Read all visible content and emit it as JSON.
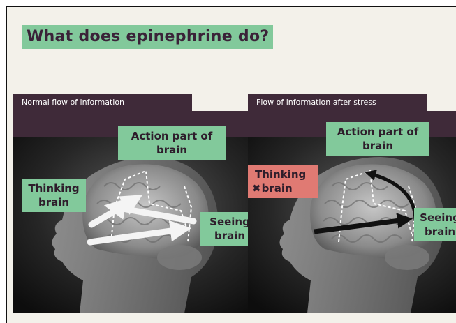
{
  "title": "What does epinephrine do?",
  "left_panel": {
    "header": "Normal flow of information",
    "labels": {
      "action": "Action part of brain",
      "thinking": "Thinking brain",
      "seeing": "Seeing brain"
    }
  },
  "right_panel": {
    "header": "Flow of information after stress",
    "labels": {
      "action": "Action part of brain",
      "thinking": "Thinking",
      "thinking_line2": "brain",
      "blocked_icon": "x-mark-icon",
      "seeing": "Seeing brain"
    }
  },
  "colors": {
    "title_bg": "#82c99b",
    "header_bg": "#3f2a39",
    "label_green": "#82c99b",
    "label_red": "#e07a73"
  }
}
